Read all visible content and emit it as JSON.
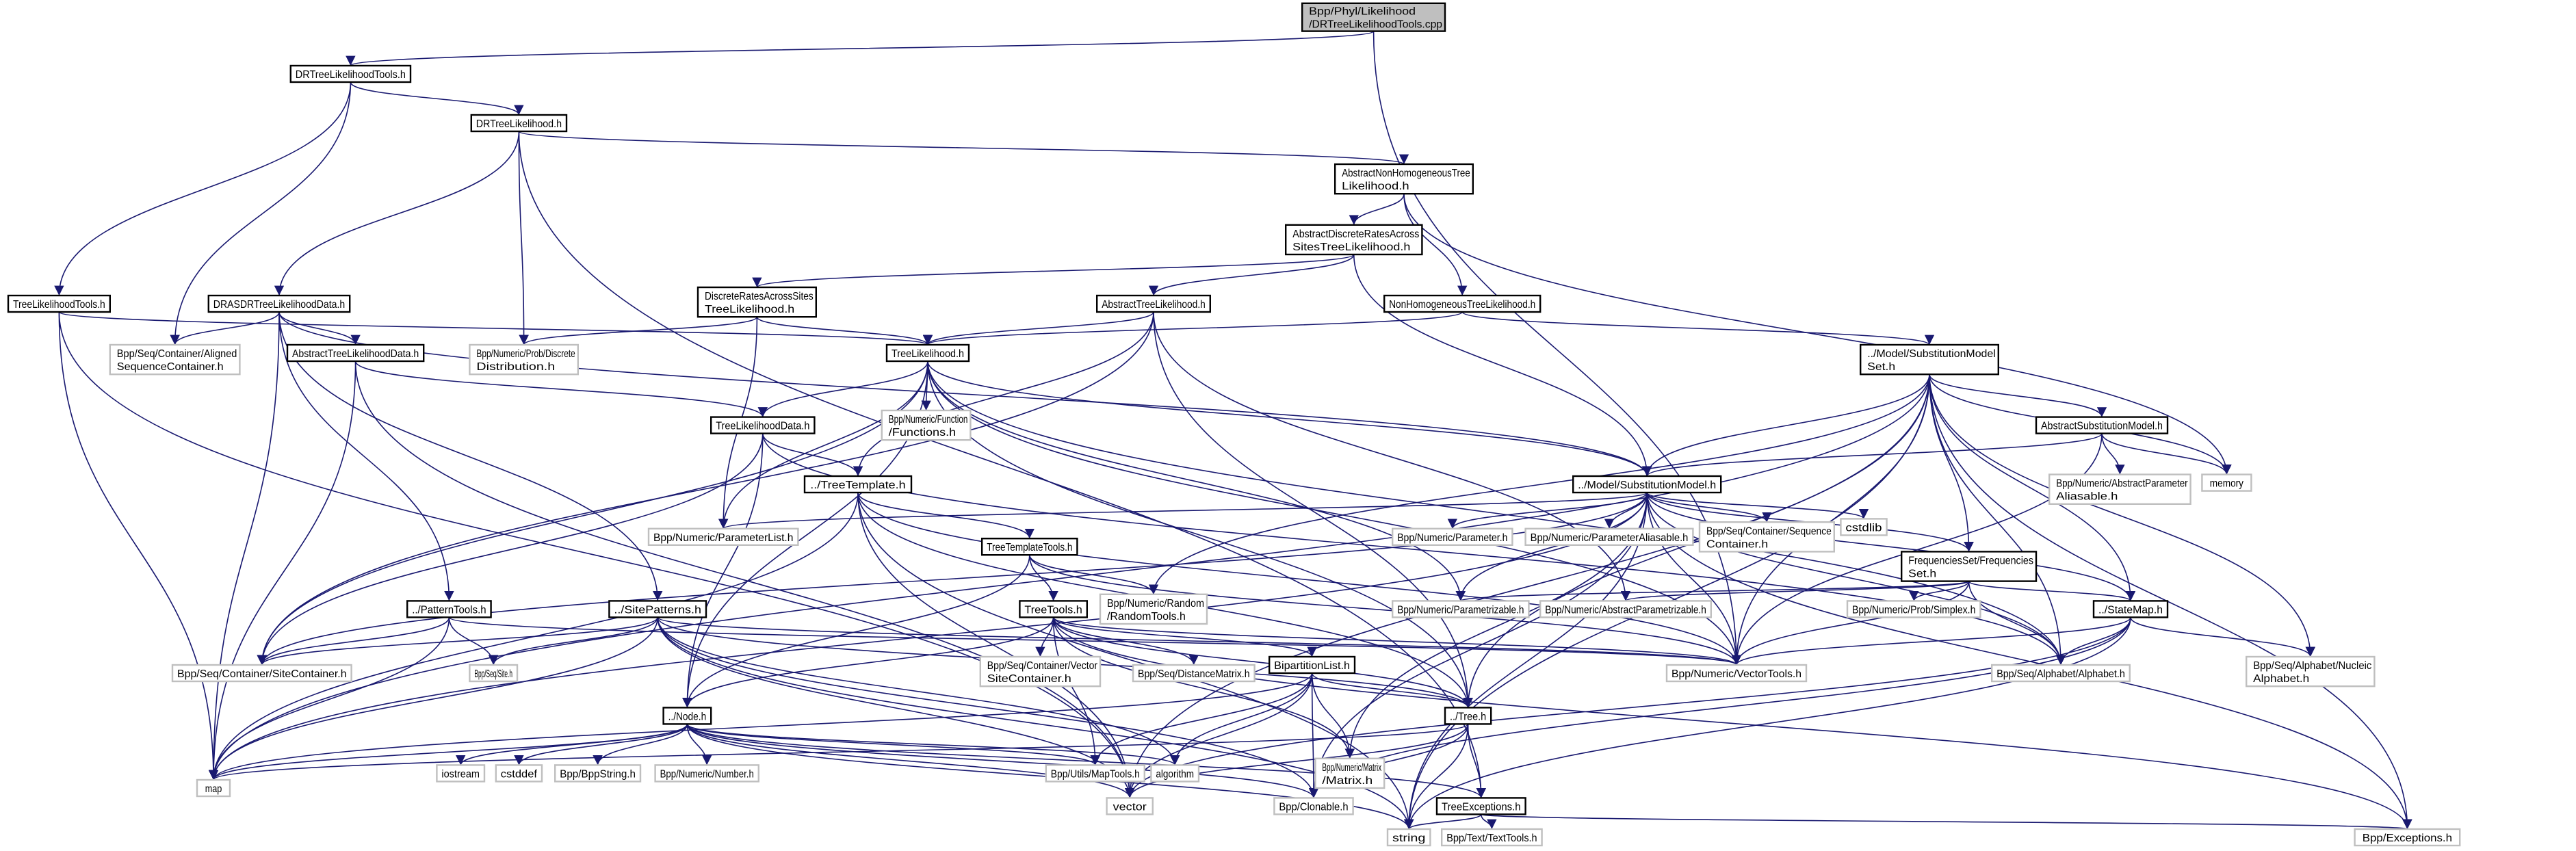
{
  "graph": {
    "type": "include-dependency-graph",
    "colors": {
      "edge": "#191970",
      "root_fill": "#bfbfbf",
      "internal_border": "#000000",
      "external_border": "#bfbfbf"
    },
    "nodes": [
      {
        "id": "root",
        "label": [
          "Bpp/Phyl/Likelihood",
          "/DRTreeLikelihoodTools.cpp"
        ],
        "kind": "root"
      },
      {
        "id": "drtlt",
        "label": [
          "DRTreeLikelihoodTools.h"
        ],
        "kind": "internal"
      },
      {
        "id": "drtl",
        "label": [
          "DRTreeLikelihood.h"
        ],
        "kind": "internal"
      },
      {
        "id": "anhtl",
        "label": [
          "AbstractNonHomogeneousTree",
          "Likelihood.h"
        ],
        "kind": "internal"
      },
      {
        "id": "adras",
        "label": [
          "AbstractDiscreteRatesAcross",
          "SitesTreeLikelihood.h"
        ],
        "kind": "internal"
      },
      {
        "id": "nhtl",
        "label": [
          "NonHomogeneousTreeLikelihood.h"
        ],
        "kind": "internal"
      },
      {
        "id": "dras",
        "label": [
          "DiscreteRatesAcrossSites",
          "TreeLikelihood.h"
        ],
        "kind": "internal"
      },
      {
        "id": "atl",
        "label": [
          "AbstractTreeLikelihood.h"
        ],
        "kind": "internal"
      },
      {
        "id": "tlt",
        "label": [
          "TreeLikelihoodTools.h"
        ],
        "kind": "internal"
      },
      {
        "id": "drasdr",
        "label": [
          "DRASDRTreeLikelihoodData.h"
        ],
        "kind": "internal"
      },
      {
        "id": "asc",
        "label": [
          "Bpp/Seq/Container/Aligned",
          "SequenceContainer.h"
        ],
        "kind": "external"
      },
      {
        "id": "atld",
        "label": [
          "AbstractTreeLikelihoodData.h"
        ],
        "kind": "internal"
      },
      {
        "id": "dd",
        "label": [
          "Bpp/Numeric/Prob/Discrete",
          "Distribution.h"
        ],
        "kind": "external"
      },
      {
        "id": "tl",
        "label": [
          "TreeLikelihood.h"
        ],
        "kind": "internal"
      },
      {
        "id": "sms",
        "label": [
          "../Model/SubstitutionModel",
          "Set.h"
        ],
        "kind": "internal"
      },
      {
        "id": "asm",
        "label": [
          "AbstractSubstitutionModel.h"
        ],
        "kind": "internal"
      },
      {
        "id": "tld",
        "label": [
          "TreeLikelihoodData.h"
        ],
        "kind": "internal"
      },
      {
        "id": "fun",
        "label": [
          "Bpp/Numeric/Function",
          "/Functions.h"
        ],
        "kind": "external"
      },
      {
        "id": "apa",
        "label": [
          "Bpp/Numeric/AbstractParameter",
          "Aliasable.h"
        ],
        "kind": "external"
      },
      {
        "id": "memory",
        "label": [
          "memory"
        ],
        "kind": "external"
      },
      {
        "id": "tt",
        "label": [
          "../TreeTemplate.h"
        ],
        "kind": "internal"
      },
      {
        "id": "sm",
        "label": [
          "../Model/SubstitutionModel.h"
        ],
        "kind": "internal"
      },
      {
        "id": "pl",
        "label": [
          "Bpp/Numeric/ParameterList.h"
        ],
        "kind": "external"
      },
      {
        "id": "ttt",
        "label": [
          "TreeTemplateTools.h"
        ],
        "kind": "internal"
      },
      {
        "id": "par",
        "label": [
          "Bpp/Numeric/Parameter.h"
        ],
        "kind": "external"
      },
      {
        "id": "pal",
        "label": [
          "Bpp/Numeric/ParameterAliasable.h"
        ],
        "kind": "external"
      },
      {
        "id": "seqc",
        "label": [
          "Bpp/Seq/Container/Sequence",
          "Container.h"
        ],
        "kind": "external"
      },
      {
        "id": "cstdlib",
        "label": [
          "cstdlib"
        ],
        "kind": "external"
      },
      {
        "id": "fs",
        "label": [
          "FrequenciesSet/Frequencies",
          "Set.h"
        ],
        "kind": "internal"
      },
      {
        "id": "pt",
        "label": [
          "../PatternTools.h"
        ],
        "kind": "internal"
      },
      {
        "id": "sp",
        "label": [
          "../SitePatterns.h"
        ],
        "kind": "internal"
      },
      {
        "id": "tts",
        "label": [
          "TreeTools.h"
        ],
        "kind": "internal"
      },
      {
        "id": "rt",
        "label": [
          "Bpp/Numeric/Random",
          "/RandomTools.h"
        ],
        "kind": "external"
      },
      {
        "id": "prm",
        "label": [
          "Bpp/Numeric/Parametrizable.h"
        ],
        "kind": "external"
      },
      {
        "id": "aprm",
        "label": [
          "Bpp/Numeric/AbstractParametrizable.h"
        ],
        "kind": "external"
      },
      {
        "id": "simplex",
        "label": [
          "Bpp/Numeric/Prob/Simplex.h"
        ],
        "kind": "external"
      },
      {
        "id": "stm",
        "label": [
          "../StateMap.h"
        ],
        "kind": "internal"
      },
      {
        "id": "sc",
        "label": [
          "Bpp/Seq/Container/SiteContainer.h"
        ],
        "kind": "external"
      },
      {
        "id": "site",
        "label": [
          "Bpp/Seq/Site.h"
        ],
        "kind": "external"
      },
      {
        "id": "vsc",
        "label": [
          "Bpp/Seq/Container/Vector",
          "SiteContainer.h"
        ],
        "kind": "external"
      },
      {
        "id": "dm",
        "label": [
          "Bpp/Seq/DistanceMatrix.h"
        ],
        "kind": "external"
      },
      {
        "id": "bl",
        "label": [
          "BipartitionList.h"
        ],
        "kind": "internal"
      },
      {
        "id": "vt",
        "label": [
          "Bpp/Numeric/VectorTools.h"
        ],
        "kind": "external"
      },
      {
        "id": "alpha",
        "label": [
          "Bpp/Seq/Alphabet/Alphabet.h"
        ],
        "kind": "external"
      },
      {
        "id": "nalpha",
        "label": [
          "Bpp/Seq/Alphabet/Nucleic",
          "Alphabet.h"
        ],
        "kind": "external"
      },
      {
        "id": "node",
        "label": [
          "../Node.h"
        ],
        "kind": "internal"
      },
      {
        "id": "iostream",
        "label": [
          "iostream"
        ],
        "kind": "external"
      },
      {
        "id": "cstddef",
        "label": [
          "cstddef"
        ],
        "kind": "external"
      },
      {
        "id": "bstr",
        "label": [
          "Bpp/BppString.h"
        ],
        "kind": "external"
      },
      {
        "id": "num",
        "label": [
          "Bpp/Numeric/Number.h"
        ],
        "kind": "external"
      },
      {
        "id": "mat",
        "label": [
          "Bpp/Numeric/Matrix",
          "/Matrix.h"
        ],
        "kind": "external"
      },
      {
        "id": "mapt",
        "label": [
          "Bpp/Utils/MapTools.h"
        ],
        "kind": "external"
      },
      {
        "id": "algo",
        "label": [
          "algorithm"
        ],
        "kind": "external"
      },
      {
        "id": "tree",
        "label": [
          "../Tree.h"
        ],
        "kind": "internal"
      },
      {
        "id": "map",
        "label": [
          "map"
        ],
        "kind": "external"
      },
      {
        "id": "vector",
        "label": [
          "vector"
        ],
        "kind": "external"
      },
      {
        "id": "clon",
        "label": [
          "Bpp/Clonable.h"
        ],
        "kind": "external"
      },
      {
        "id": "texc",
        "label": [
          "TreeExceptions.h"
        ],
        "kind": "internal"
      },
      {
        "id": "string",
        "label": [
          "string"
        ],
        "kind": "external"
      },
      {
        "id": "txt",
        "label": [
          "Bpp/Text/TextTools.h"
        ],
        "kind": "external"
      },
      {
        "id": "exc",
        "label": [
          "Bpp/Exceptions.h"
        ],
        "kind": "external"
      }
    ],
    "edges": [
      [
        "root",
        "drtlt"
      ],
      [
        "root",
        "vt"
      ],
      [
        "drtlt",
        "drtl"
      ],
      [
        "drtlt",
        "tlt"
      ],
      [
        "drtlt",
        "asc"
      ],
      [
        "drtl",
        "anhtl"
      ],
      [
        "drtl",
        "drasdr"
      ],
      [
        "drtl",
        "dd"
      ],
      [
        "drtl",
        "texc"
      ],
      [
        "anhtl",
        "adras"
      ],
      [
        "anhtl",
        "nhtl"
      ],
      [
        "anhtl",
        "memory"
      ],
      [
        "adras",
        "dras"
      ],
      [
        "adras",
        "atl"
      ],
      [
        "adras",
        "sm"
      ],
      [
        "nhtl",
        "tl"
      ],
      [
        "nhtl",
        "sms"
      ],
      [
        "dras",
        "tl"
      ],
      [
        "dras",
        "dd"
      ],
      [
        "dras",
        "pl"
      ],
      [
        "atl",
        "tl"
      ],
      [
        "atl",
        "sc"
      ],
      [
        "atl",
        "tt"
      ],
      [
        "atl",
        "tree"
      ],
      [
        "atl",
        "aprm"
      ],
      [
        "tlt",
        "tl"
      ],
      [
        "tlt",
        "map"
      ],
      [
        "tlt",
        "vector"
      ],
      [
        "drasdr",
        "asc"
      ],
      [
        "drasdr",
        "atld"
      ],
      [
        "drasdr",
        "sm"
      ],
      [
        "drasdr",
        "pt"
      ],
      [
        "drasdr",
        "sp"
      ],
      [
        "drasdr",
        "map"
      ],
      [
        "atld",
        "tld"
      ],
      [
        "atld",
        "vector"
      ],
      [
        "atld",
        "map"
      ],
      [
        "tl",
        "tld"
      ],
      [
        "tl",
        "fun"
      ],
      [
        "tl",
        "pl"
      ],
      [
        "tl",
        "sm"
      ],
      [
        "tl",
        "node"
      ],
      [
        "tl",
        "sc"
      ],
      [
        "tl",
        "prm"
      ],
      [
        "tl",
        "vt"
      ],
      [
        "tl",
        "alpha"
      ],
      [
        "tl",
        "tree"
      ],
      [
        "sms",
        "asm"
      ],
      [
        "sms",
        "fs"
      ],
      [
        "sms",
        "sm"
      ],
      [
        "sms",
        "memory"
      ],
      [
        "sms",
        "vt"
      ],
      [
        "sms",
        "exc"
      ],
      [
        "sms",
        "nalpha"
      ],
      [
        "sms",
        "alpha"
      ],
      [
        "sms",
        "stm"
      ],
      [
        "sms",
        "map"
      ],
      [
        "sms",
        "vector"
      ],
      [
        "sms",
        "string"
      ],
      [
        "sms",
        "tree"
      ],
      [
        "sms",
        "rt"
      ],
      [
        "asm",
        "sm"
      ],
      [
        "asm",
        "apa"
      ],
      [
        "asm",
        "memory"
      ],
      [
        "asm",
        "vt"
      ],
      [
        "tld",
        "tt"
      ],
      [
        "tld",
        "node"
      ],
      [
        "tld",
        "sc"
      ],
      [
        "tld",
        "alpha"
      ],
      [
        "tt",
        "ttt"
      ],
      [
        "tt",
        "tree"
      ],
      [
        "tt",
        "vector"
      ],
      [
        "tt",
        "string"
      ],
      [
        "tt",
        "vt"
      ],
      [
        "tt",
        "map"
      ],
      [
        "sm",
        "par"
      ],
      [
        "sm",
        "pal"
      ],
      [
        "sm",
        "seqc"
      ],
      [
        "sm",
        "cstdlib"
      ],
      [
        "sm",
        "fs"
      ],
      [
        "sm",
        "stm"
      ],
      [
        "sm",
        "alpha"
      ],
      [
        "sm",
        "vt"
      ],
      [
        "sm",
        "mat"
      ],
      [
        "sm",
        "pl"
      ],
      [
        "sm",
        "prm"
      ],
      [
        "sm",
        "map"
      ],
      [
        "sm",
        "string"
      ],
      [
        "sm",
        "exc"
      ],
      [
        "sm",
        "clon"
      ],
      [
        "sm",
        "sc"
      ],
      [
        "ttt",
        "tts"
      ],
      [
        "ttt",
        "rt"
      ],
      [
        "ttt",
        "node"
      ],
      [
        "ttt",
        "vt"
      ],
      [
        "fs",
        "stm"
      ],
      [
        "fs",
        "alpha"
      ],
      [
        "fs",
        "simplex"
      ],
      [
        "fs",
        "aprm"
      ],
      [
        "fs",
        "prm"
      ],
      [
        "fs",
        "vt"
      ],
      [
        "pt",
        "sc"
      ],
      [
        "pt",
        "site"
      ],
      [
        "pt",
        "map"
      ],
      [
        "pt",
        "vt"
      ],
      [
        "sp",
        "sc"
      ],
      [
        "sp",
        "site"
      ],
      [
        "sp",
        "map"
      ],
      [
        "sp",
        "string"
      ],
      [
        "sp",
        "vector"
      ],
      [
        "sp",
        "vt"
      ],
      [
        "sp",
        "tree"
      ],
      [
        "sp",
        "clon"
      ],
      [
        "sp",
        "algo"
      ],
      [
        "tts",
        "node"
      ],
      [
        "tts",
        "vsc"
      ],
      [
        "tts",
        "dm"
      ],
      [
        "tts",
        "bl"
      ],
      [
        "tts",
        "tree"
      ],
      [
        "tts",
        "vt"
      ],
      [
        "tts",
        "mat"
      ],
      [
        "tts",
        "mapt"
      ],
      [
        "tts",
        "exc"
      ],
      [
        "stm",
        "alpha"
      ],
      [
        "stm",
        "nalpha"
      ],
      [
        "stm",
        "clon"
      ],
      [
        "stm",
        "vt"
      ],
      [
        "stm",
        "string"
      ],
      [
        "stm",
        "vector"
      ],
      [
        "bl",
        "tree"
      ],
      [
        "bl",
        "mapt"
      ],
      [
        "bl",
        "mat"
      ],
      [
        "bl",
        "algo"
      ],
      [
        "bl",
        "map"
      ],
      [
        "bl",
        "vector"
      ],
      [
        "bl",
        "clon"
      ],
      [
        "node",
        "iostream"
      ],
      [
        "node",
        "cstddef"
      ],
      [
        "node",
        "bstr"
      ],
      [
        "node",
        "num"
      ],
      [
        "node",
        "map"
      ],
      [
        "node",
        "vector"
      ],
      [
        "node",
        "texc"
      ],
      [
        "node",
        "clon"
      ],
      [
        "node",
        "mapt"
      ],
      [
        "node",
        "algo"
      ],
      [
        "node",
        "string"
      ],
      [
        "tree",
        "texc"
      ],
      [
        "tree",
        "clon"
      ],
      [
        "tree",
        "string"
      ],
      [
        "tree",
        "vector"
      ],
      [
        "tree",
        "map"
      ],
      [
        "texc",
        "exc"
      ],
      [
        "texc",
        "txt"
      ],
      [
        "texc",
        "string"
      ]
    ]
  }
}
